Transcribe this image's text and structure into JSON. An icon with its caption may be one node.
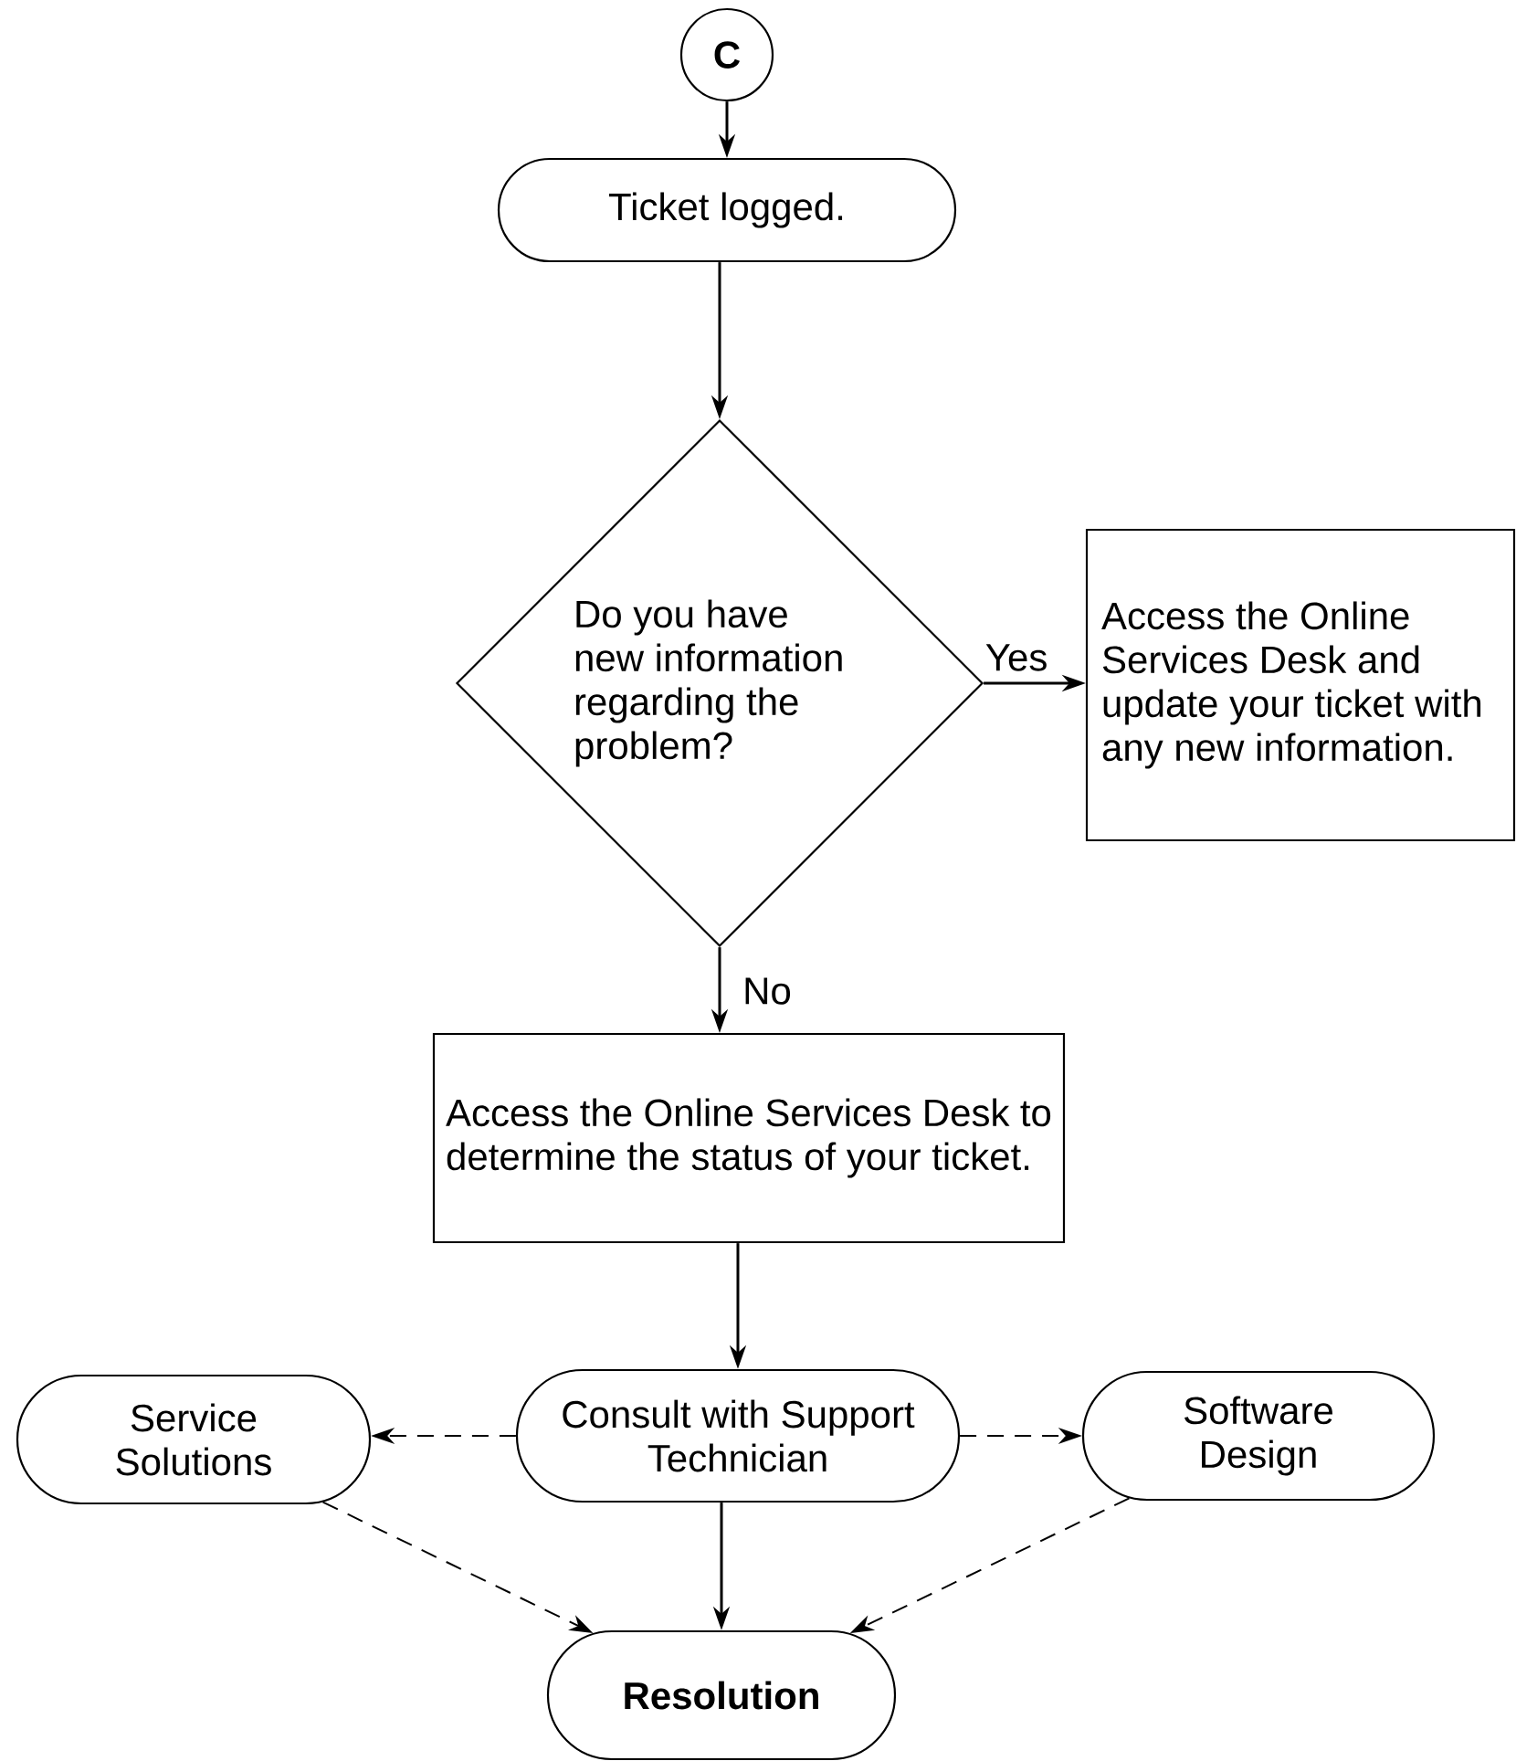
{
  "diagram": {
    "nodes": [
      {
        "text": [
          "C"
        ]
      },
      {
        "text": [
          "Ticket logged."
        ]
      },
      {
        "text": [
          "Do you have new information regarding the problem?"
        ]
      },
      {
        "text": [
          "Access the Online Services Desk and update your ticket with any new information."
        ]
      },
      {
        "text": [
          "Access the Online Services Desk to determine the status of your ticket."
        ]
      },
      {
        "text": [
          "Service Solutions"
        ]
      },
      {
        "text": [
          "Consult with Support Technician"
        ]
      },
      {
        "text": [
          "Software Design"
        ]
      },
      {
        "text": [
          "Resolution"
        ]
      }
    ],
    "edges": [
      {
        "from": 0,
        "to": 1,
        "arrow": "to"
      },
      {
        "from": 1,
        "to": 2,
        "arrow": "to"
      },
      {
        "from": 2,
        "to": 3,
        "arrow": "to",
        "label": "Yes"
      },
      {
        "from": 2,
        "to": 4,
        "arrow": "to",
        "label": "No"
      },
      {
        "from": 4,
        "to": 6,
        "arrow": "to"
      },
      {
        "from": 6,
        "to": 5,
        "arrow": "to",
        "style": "dashed"
      },
      {
        "from": 6,
        "to": 7,
        "arrow": "to",
        "style": "dashed"
      },
      {
        "from": 6,
        "to": 8,
        "arrow": "to"
      },
      {
        "from": 5,
        "to": 8,
        "arrow": "to",
        "style": "dashed"
      },
      {
        "from": 7,
        "to": 8,
        "arrow": "to",
        "style": "dashed"
      }
    ]
  }
}
